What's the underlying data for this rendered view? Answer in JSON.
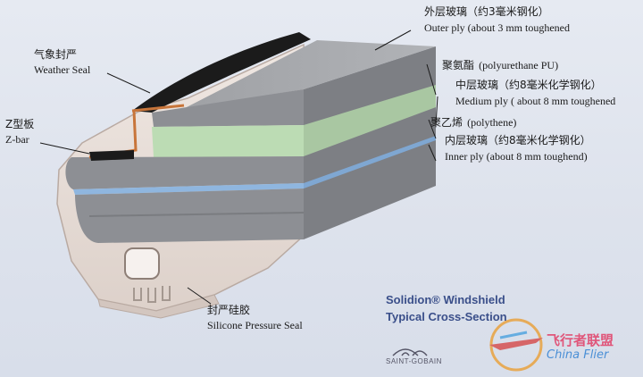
{
  "labels": {
    "outer_cn": "外层玻璃（约3毫米钢化）",
    "outer_en": "Outer ply (about 3 mm toughened",
    "pu_cn": "聚氨酯",
    "pu_en": "(polyurethane PU)",
    "medium_cn": "中层玻璃（约8毫米化学钢化）",
    "medium_en": "Medium ply ( about 8 mm toughened",
    "pe_cn": "聚乙烯",
    "pe_en": "(polythene)",
    "inner_cn": "内层玻璃（约8毫米化学钢化）",
    "inner_en": "Inner ply (about 8 mm toughend)",
    "weather_cn": "气象封严",
    "weather_en": "Weather Seal",
    "zbar_cn": "Z型板",
    "zbar_en": "Z-bar",
    "seal_cn": "封严硅胶",
    "seal_en": "Silicone Pressure Seal"
  },
  "title": {
    "line1": "Solidion® Windshield",
    "line2": "Typical Cross-Section"
  },
  "brand": "SAINT-GOBAIN",
  "watermark": {
    "cn": "飞行者联盟",
    "en": "China Flier"
  },
  "colors": {
    "glass": "#8d8f94",
    "glass_top": "#a4a6aa",
    "pu_layer": "#bcdcb4",
    "pe_layer": "#8fb6df",
    "seal": "#e6dcd6",
    "weather_seal": "#1b1b1b",
    "zbar": "#c8753a",
    "title": "#3a4f8a"
  }
}
